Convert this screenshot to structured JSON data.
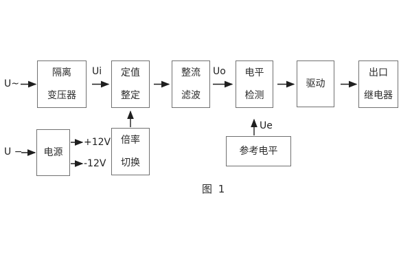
{
  "diagram": {
    "caption": "图 1",
    "blocks": {
      "isolation_transformer": "隔离\n变压器",
      "setpoint_adjust": "定值\n整定",
      "rectifier_filter": "整流\n滤波",
      "level_detect": "电平\n检测",
      "driver": "驱动",
      "output_relay": "出口\n继电器",
      "power_supply": "电源",
      "ratio_switch": "倍率\n切换",
      "reference_level": "参考电平"
    },
    "signals": {
      "ac_input": "U~",
      "dc_input": "U −",
      "ui": "Ui",
      "uo": "Uo",
      "ue": "Ue",
      "plus12v": "+12V",
      "minus12v": "-12V"
    },
    "colors": {
      "background": "#ffffff",
      "box_border": "#6f6f6f",
      "line": "#1f1f1f",
      "text": "#2b2b2b"
    }
  }
}
